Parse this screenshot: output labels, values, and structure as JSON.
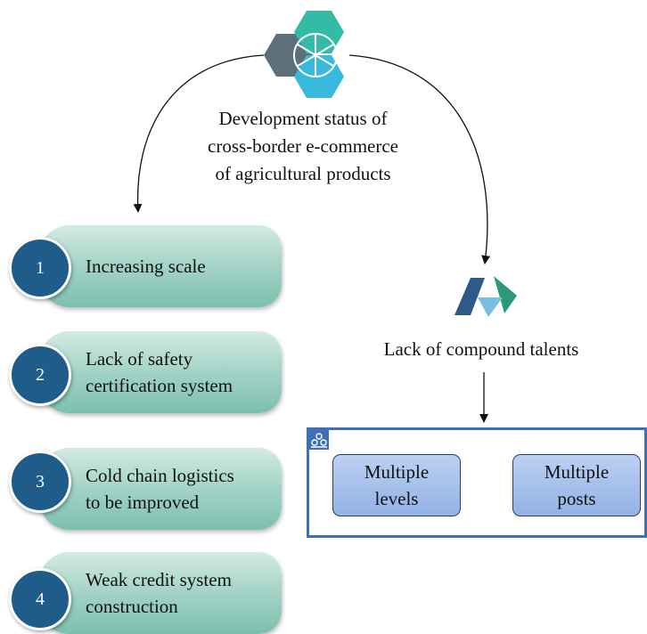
{
  "top_title": {
    "lines": [
      "Development status of",
      "cross-border e-commerce",
      "of agricultural products"
    ]
  },
  "steps": [
    {
      "number": "1",
      "lines": [
        "Increasing scale"
      ]
    },
    {
      "number": "2",
      "lines": [
        "Lack of safety",
        "certification system"
      ]
    },
    {
      "number": "3",
      "lines": [
        "Cold chain logistics",
        "to be improved"
      ]
    },
    {
      "number": "4",
      "lines": [
        "Weak credit system",
        "construction"
      ]
    }
  ],
  "talents": {
    "label": "Lack of compound talents",
    "boxes": [
      {
        "lines": [
          "Multiple",
          "levels"
        ]
      },
      {
        "lines": [
          "Multiple",
          "posts"
        ]
      }
    ]
  },
  "colors": {
    "step_fill": "#9ccfc2",
    "badge": "#1f5c8a",
    "frame_border": "#3f6fb5",
    "box_fill": "#a8c1ec",
    "hex_gray": "#5c6f7b",
    "hex_teal": "#33bba6",
    "hex_blue": "#39b9de"
  },
  "icons": {
    "top": "hexagon-cluster-icon",
    "talents": "triangle-logo-icon",
    "frame": "organization-icon"
  }
}
